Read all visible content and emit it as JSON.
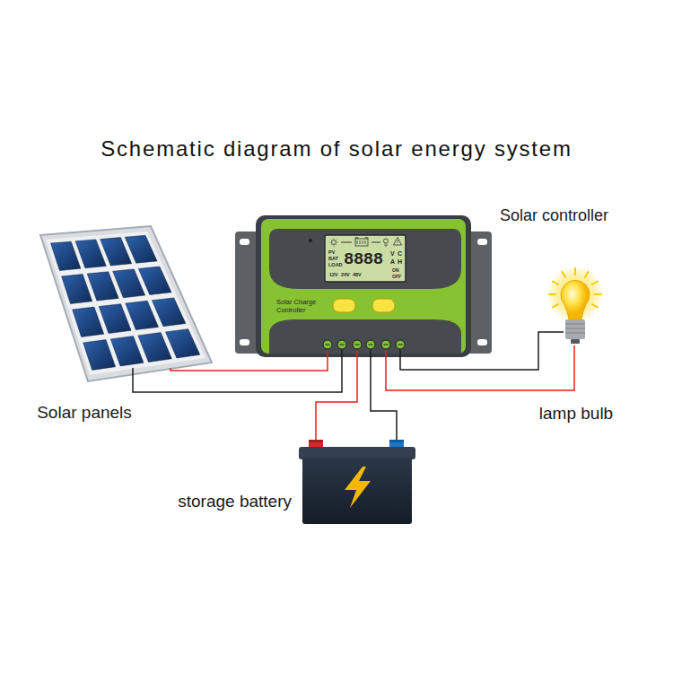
{
  "diagram": {
    "title": "Schematic diagram of solar energy system",
    "nodes": [
      {
        "text": [
          "Solar panels"
        ]
      },
      {
        "text": [
          "Solar controller",
          "Solar Charge Controller"
        ]
      },
      {
        "text": [
          "storage battery"
        ]
      },
      {
        "text": [
          "lamp bulb"
        ]
      }
    ],
    "edges": [
      {
        "from": 0,
        "to": 1,
        "arrow": "none"
      },
      {
        "from": 0,
        "to": 1,
        "arrow": "none"
      },
      {
        "from": 1,
        "to": 2,
        "arrow": "none"
      },
      {
        "from": 1,
        "to": 2,
        "arrow": "none"
      },
      {
        "from": 1,
        "to": 3,
        "arrow": "none"
      },
      {
        "from": 1,
        "to": 3,
        "arrow": "none"
      }
    ],
    "labels": [
      "PV",
      "BAT",
      "LOAD",
      "8888",
      "V",
      "C",
      "A",
      "H",
      "12V",
      "24V",
      "48V",
      "ON",
      "OFF"
    ]
  }
}
